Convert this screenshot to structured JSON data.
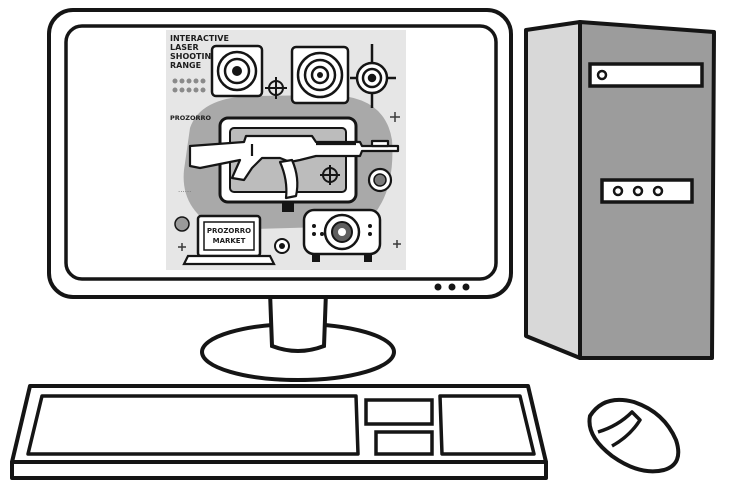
{
  "screen": {
    "title_lines": [
      "INTERACTIVE",
      "LASER",
      "SHOOTING",
      "RANGE"
    ],
    "brand_small": "PROZORRO",
    "faint_caption": "......",
    "laptop_sticker_lines": [
      "PROZORRO",
      "MARKET"
    ]
  },
  "icons": {
    "target": "crosshair-target-icon",
    "rifle": "assault-rifle-icon",
    "projector": "projector-icon",
    "laptop": "laptop-icon"
  },
  "colors": {
    "outline": "#151515",
    "monitor_fill": "#ffffff",
    "screen_bg": "#e6e6e6",
    "blob": "#a9a9a9",
    "tower_face": "#9c9c9c",
    "tower_side": "#d8d8d8"
  }
}
